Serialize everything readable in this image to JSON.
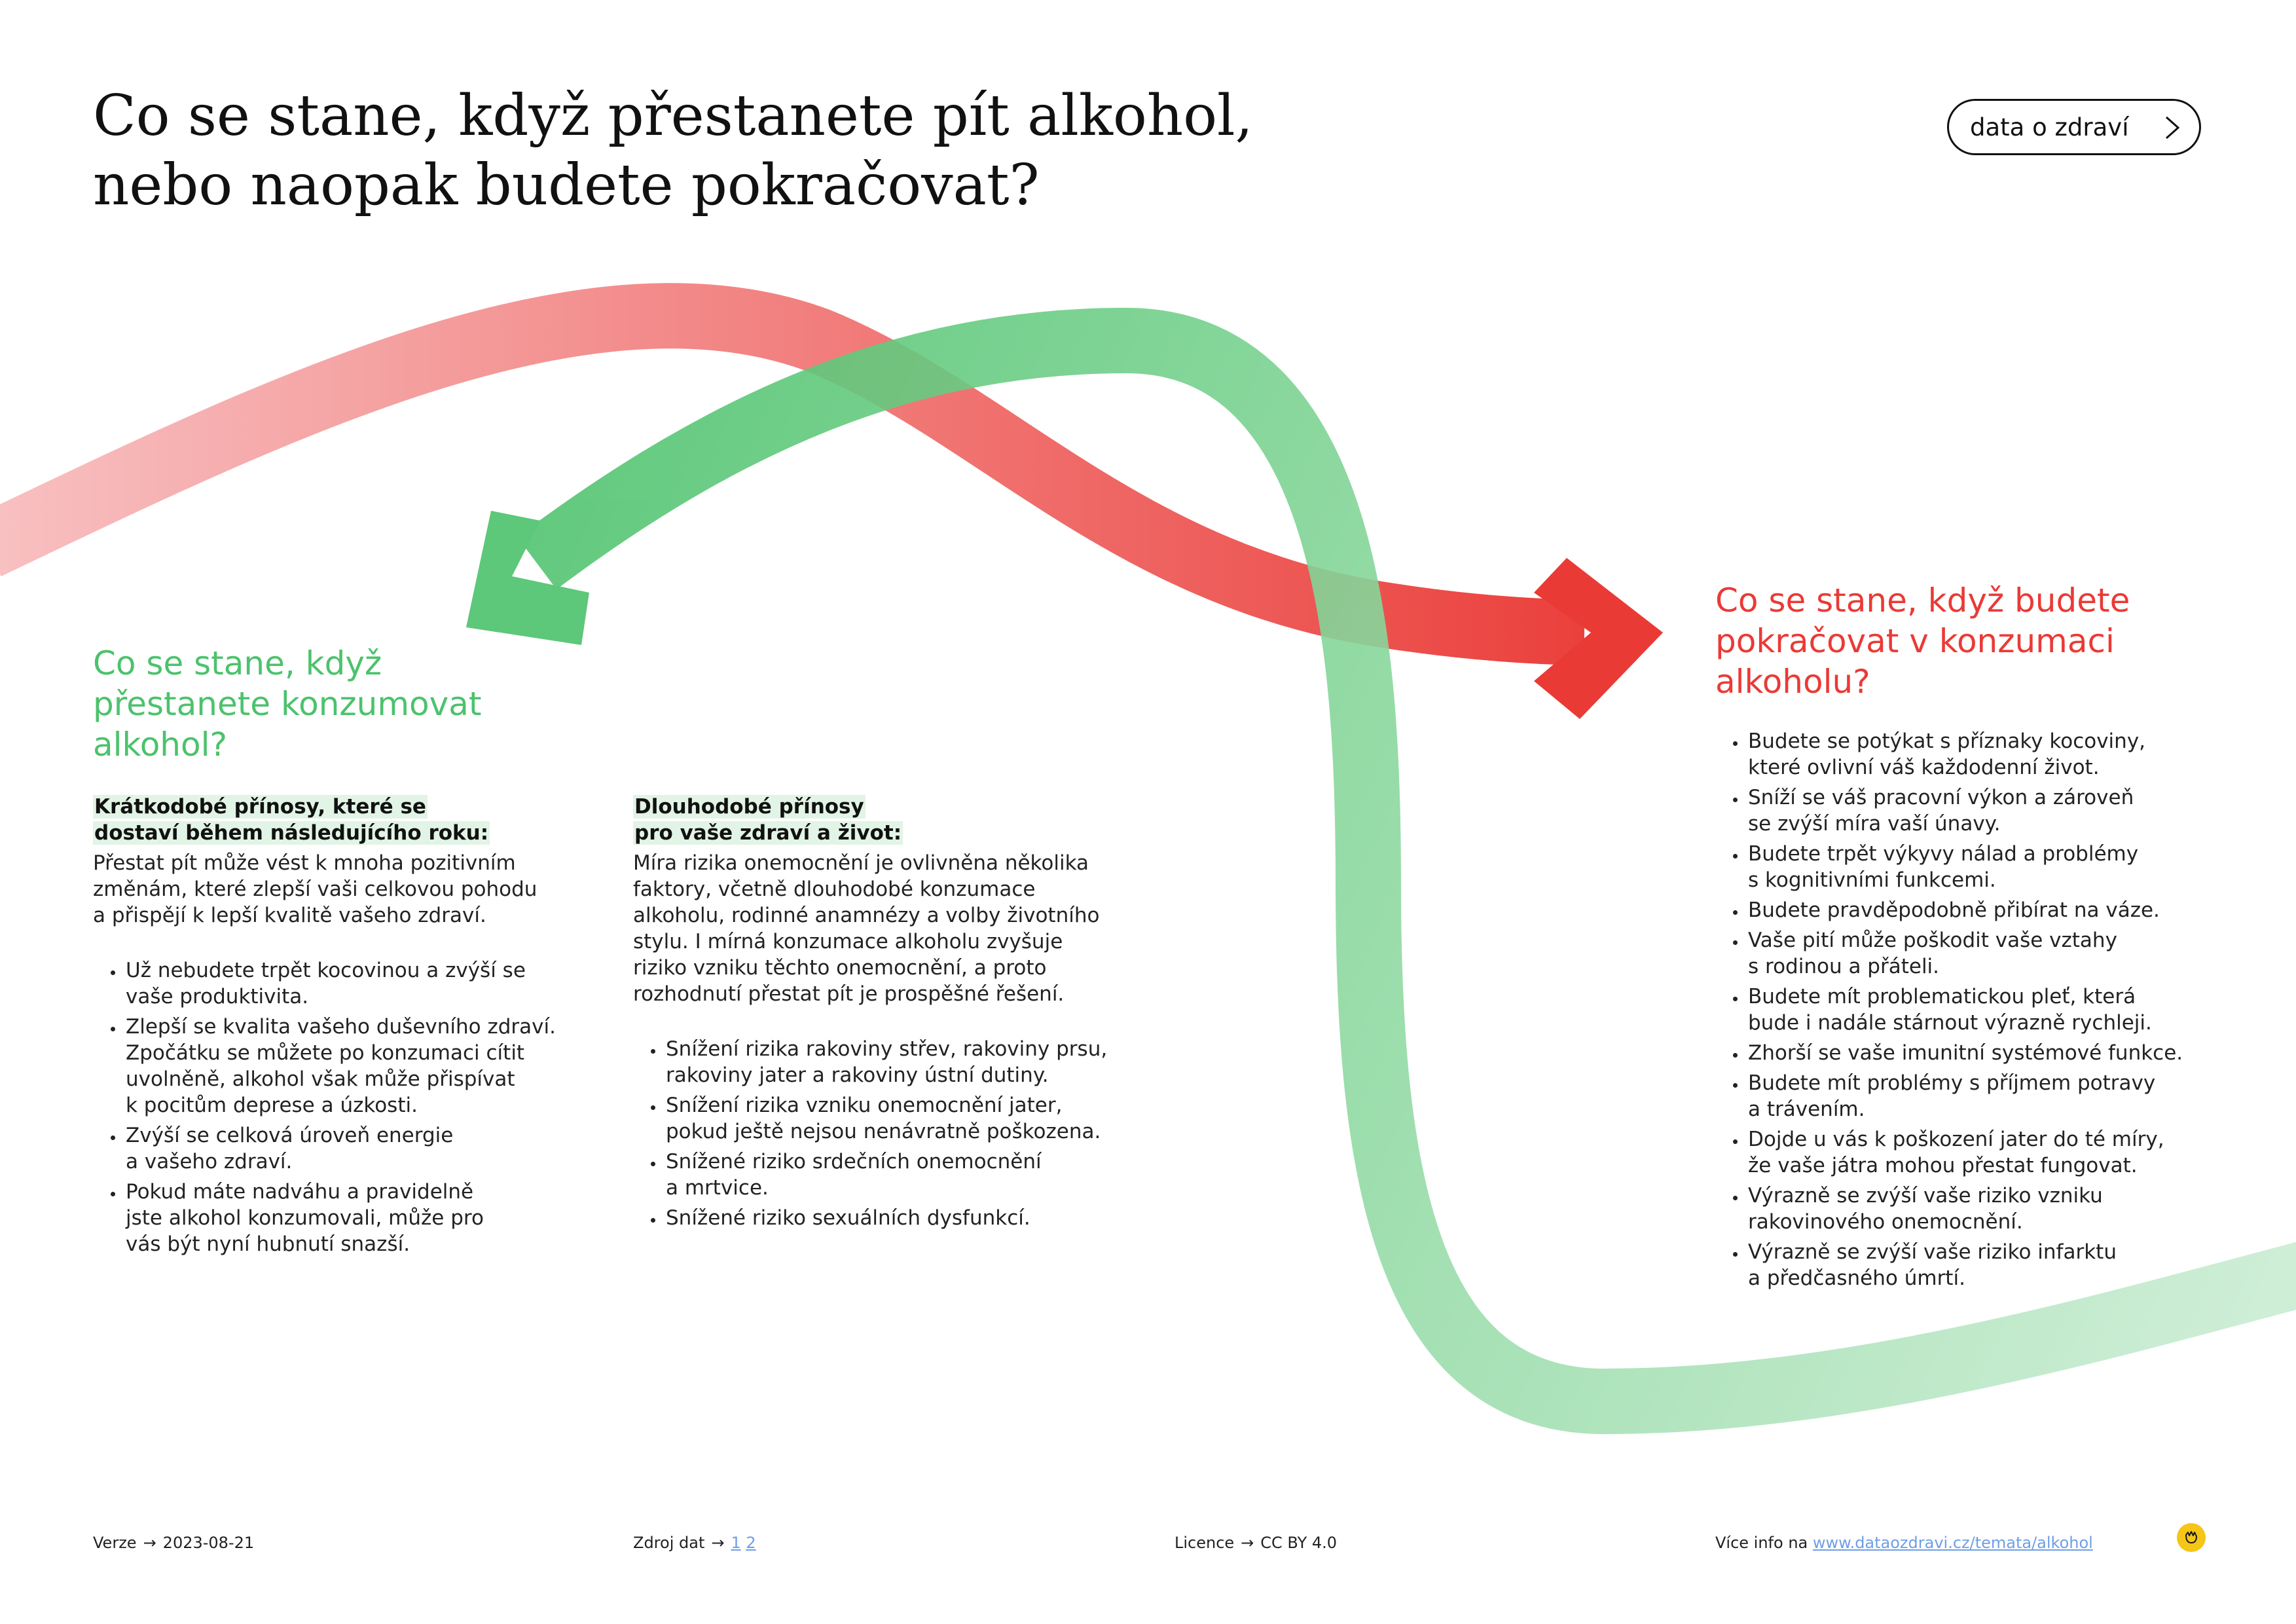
{
  "header": {
    "title_line1": "Co se stane, když přestanete pít alkohol,",
    "title_line2": "nebo naopak budete pokračovat?",
    "pill_label": "data o zdraví"
  },
  "left": {
    "heading": [
      "Co se stane, když",
      "přestanete konzumovat",
      "alkohol?"
    ],
    "short_term": {
      "subtitle": [
        "Krátkodobé přínosy, které se",
        "dostaví během následujícího roku:"
      ],
      "intro": [
        "Přestat pít může vést k mnoha pozitivním",
        "změnám, které zlepší vaši celkovou pohodu",
        "a přispějí k lepší kvalitě vašeho zdraví."
      ],
      "items": [
        [
          "Už nebudete trpět kocovinou a zvýší se",
          "vaše produktivita."
        ],
        [
          "Zlepší se kvalita vašeho duševního zdraví.",
          "Zpočátku se můžete po konzumaci cítit",
          "uvolněně, alkohol však může přispívat",
          "k pocitům deprese a úzkosti."
        ],
        [
          "Zvýší se celková úroveň energie",
          "a vašeho zdraví."
        ],
        [
          "Pokud máte nadváhu a pravidelně",
          "jste alkohol konzumovali, může pro",
          "vás být nyní hubnutí snazší."
        ]
      ]
    },
    "long_term": {
      "subtitle": [
        "Dlouhodobé přínosy",
        "pro vaše zdraví a život:"
      ],
      "intro": [
        "Míra rizika onemocnění je ovlivněna několika",
        "faktory, včetně dlouhodobé konzumace",
        "alkoholu, rodinné anamnézy a volby životního",
        "stylu. I mírná konzumace alkoholu zvyšuje",
        "riziko vzniku těchto onemocnění, a proto",
        "rozhodnutí přestat pít je prospěšné řešení."
      ],
      "items": [
        [
          "Snížení rizika rakoviny střev, rakoviny prsu,",
          "rakoviny jater a rakoviny ústní dutiny."
        ],
        [
          "Snížení rizika vzniku onemocnění jater,",
          "pokud ještě nejsou nenávratně poškozena."
        ],
        [
          "Snížené riziko srdečních onemocnění",
          "a mrtvice."
        ],
        [
          "Snížené riziko sexuálních dysfunkcí."
        ]
      ]
    }
  },
  "right": {
    "heading": [
      "Co se stane, když budete",
      "pokračovat v konzumaci",
      "alkoholu?"
    ],
    "items": [
      [
        "Budete se potýkat s příznaky kocoviny,",
        "které ovlivní váš každodenní život."
      ],
      [
        "Sníží se váš pracovní výkon a zároveň",
        "se zvýší míra vaší únavy."
      ],
      [
        "Budete trpět výkyvy nálad a problémy",
        "s kognitivními funkcemi."
      ],
      [
        "Budete pravděpodobně přibírat na váze."
      ],
      [
        "Vaše pití může poškodit vaše vztahy",
        "s rodinou a přáteli."
      ],
      [
        "Budete mít problematickou pleť, která",
        "bude i nadále stárnout výrazně rychleji."
      ],
      [
        "Zhorší se vaše imunitní systémové funkce."
      ],
      [
        "Budete mít problémy s příjmem potravy",
        "a trávením."
      ],
      [
        "Dojde u vás k poškození jater do té míry,",
        "že vaše játra mohou přestat fungovat."
      ],
      [
        "Výrazně se zvýší vaše riziko vzniku",
        "rakovinového onemocnění."
      ],
      [
        "Výrazně se zvýší vaše riziko infarktu",
        "a předčasného úmrtí."
      ]
    ]
  },
  "footer": {
    "version_label": "Verze",
    "version_value": "2023-08-21",
    "source_label": "Zdroj dat",
    "source_links": [
      "1",
      "2"
    ],
    "license_label": "Licence",
    "license_value": "CC BY 4.0",
    "more_label": "Více info na",
    "more_link": "www.dataozdravi.cz/temata/alkohol",
    "arrow": "→"
  },
  "colors": {
    "green": "#4cc26c",
    "red": "#ea3a36",
    "highlight": "#e2f4e5",
    "link": "#6e9fe6"
  }
}
